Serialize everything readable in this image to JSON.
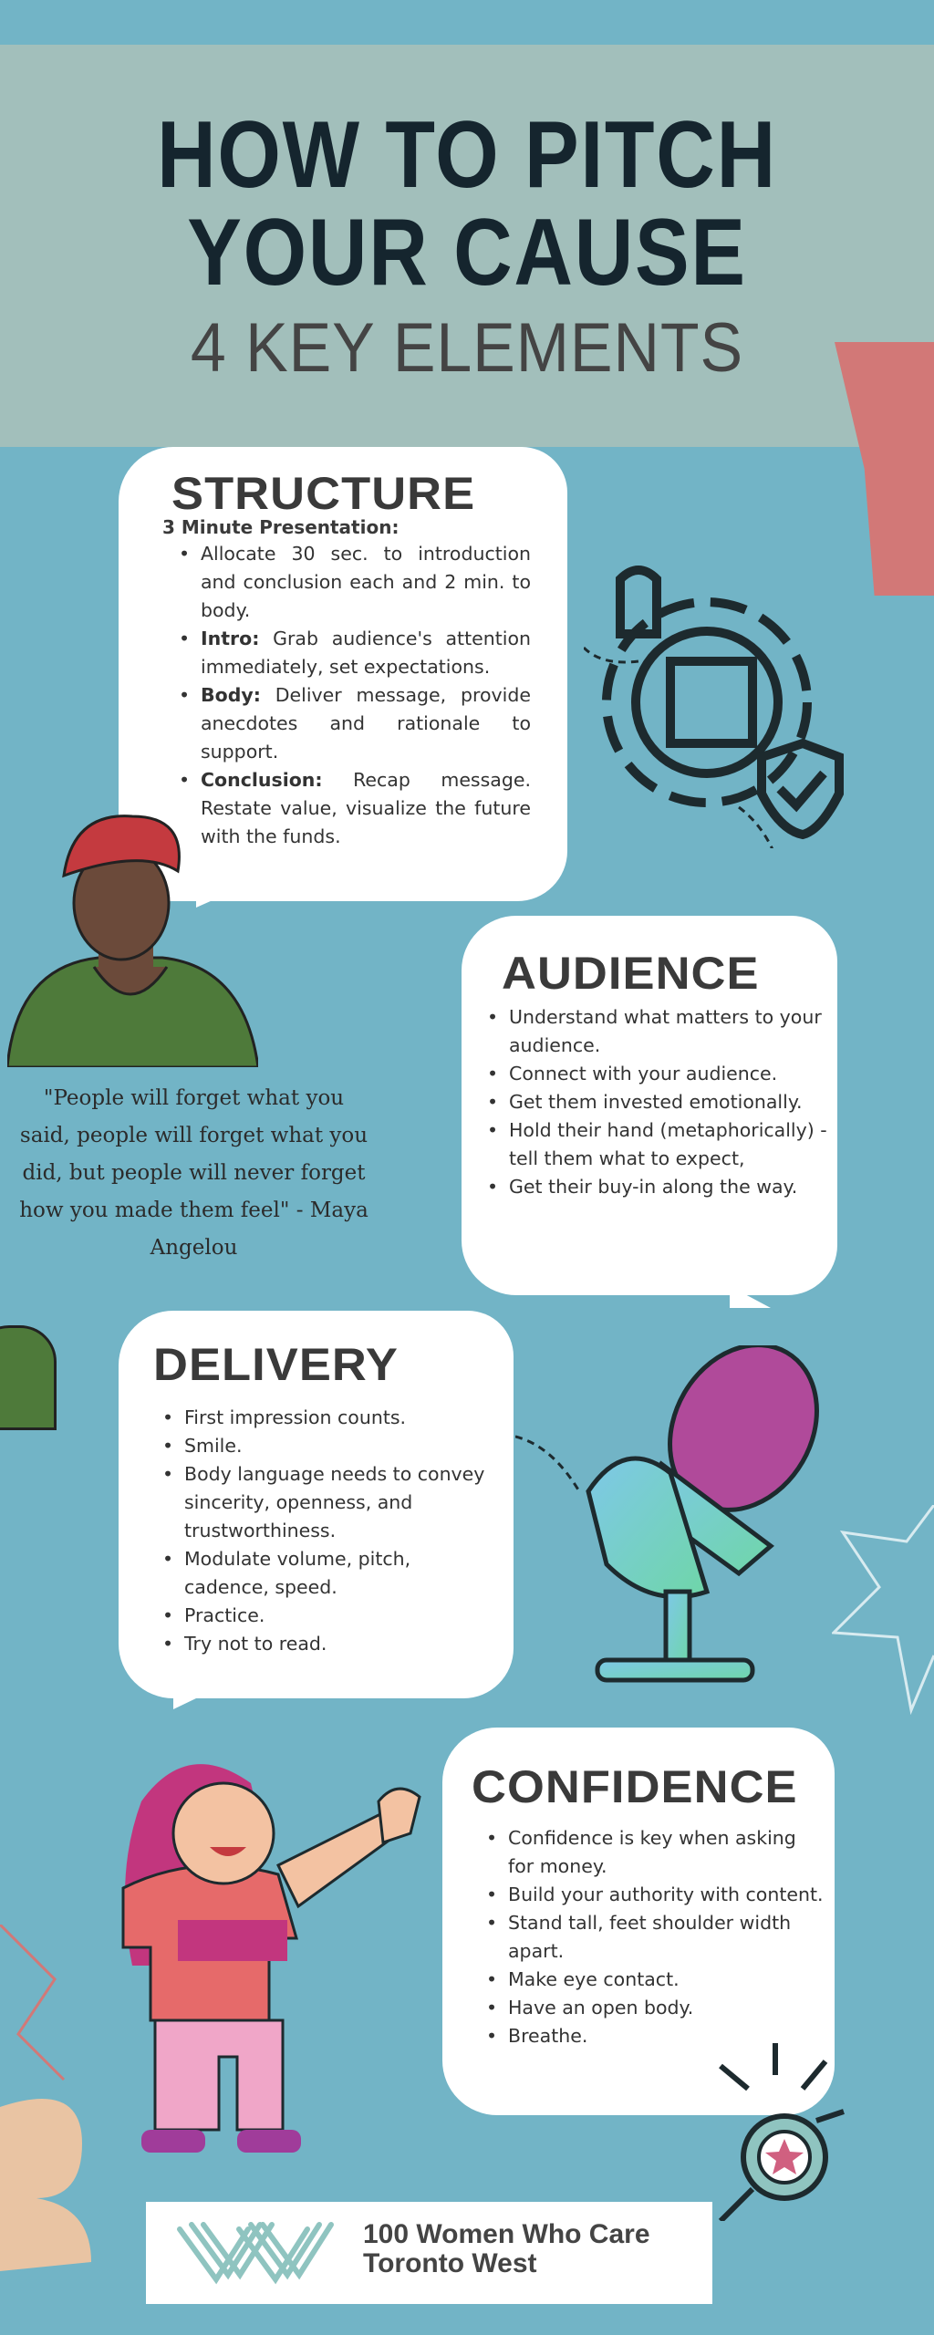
{
  "header": {
    "title_line1": "HOW TO PITCH",
    "title_line2": "YOUR CAUSE",
    "subtitle": "4 KEY ELEMENTS"
  },
  "structure": {
    "heading": "STRUCTURE",
    "intro": "3 Minute Presentation:",
    "items": [
      {
        "bold": "",
        "text": "Allocate 30 sec. to introduction and conclusion each and 2 min. to body."
      },
      {
        "bold": "Intro:",
        "text": " Grab audience's attention immediately, set expectations."
      },
      {
        "bold": "Body:",
        "text": " Deliver message, provide anecdotes and rationale to support."
      },
      {
        "bold": "Conclusion:",
        "text": " Recap message. Restate value, visualize the future with the funds."
      }
    ]
  },
  "quote": {
    "text": "\"People will forget what you said, people will forget what you did, but people will never forget how you made them feel\" - Maya Angelou"
  },
  "audience": {
    "heading": "AUDIENCE",
    "items": [
      "Understand what matters to your audience.",
      "Connect with your audience.",
      "Get them invested emotionally.",
      "Hold their hand (metaphorically) - tell them what to expect,",
      "Get their buy-in along the way."
    ]
  },
  "delivery": {
    "heading": "DELIVERY",
    "items": [
      "First impression counts.",
      "Smile.",
      "Body language needs to convey sincerity, openness, and trustworthiness.",
      "Modulate volume, pitch, cadence, speed.",
      "Practice.",
      "Try not to read."
    ]
  },
  "confidence": {
    "heading": "CONFIDENCE",
    "items": [
      "Confidence is key when asking for money.",
      "Build your authority with content.",
      "Stand tall, feet shoulder width apart.",
      "Make eye contact.",
      "Have an open body.",
      "Breathe."
    ]
  },
  "footer": {
    "logo_line1": "100 Women Who Care",
    "logo_line2": "Toronto West"
  },
  "colors": {
    "background": "#72b4c6",
    "banner": "#a2bfbb",
    "ribbon": "#d27877",
    "logo_mark": "#8fc4c0"
  }
}
